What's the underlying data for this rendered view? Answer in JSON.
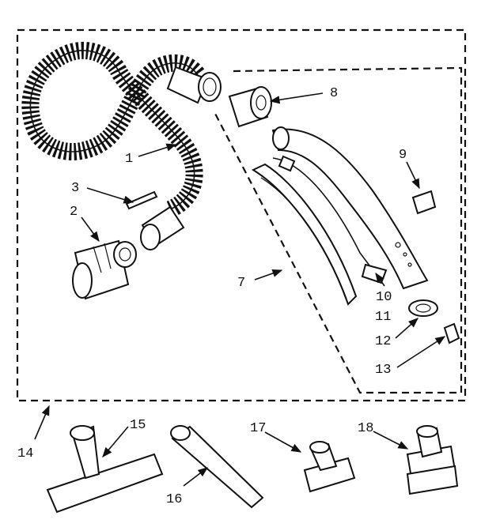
{
  "diagram": {
    "callouts": {
      "c1": "1",
      "c2": "2",
      "c3": "3",
      "c7": "7",
      "c8": "8",
      "c9": "9",
      "c10": "10",
      "c11": "11",
      "c12": "12",
      "c13": "13",
      "c14": "14",
      "c15": "15",
      "c16": "16",
      "c17": "17",
      "c18": "18"
    }
  }
}
